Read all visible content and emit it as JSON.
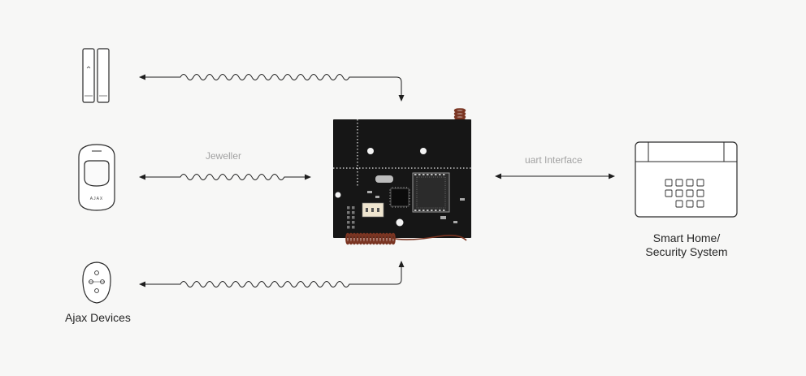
{
  "labels": {
    "jeweller": "Jeweller",
    "uart": "uart Interface",
    "ajax_devices": "Ajax Devices",
    "smart_home_line1": "Smart Home/",
    "smart_home_line2": "Security System"
  },
  "device_brand": "AJAX",
  "colors": {
    "background": "#f7f7f6",
    "line": "#1e1e1e",
    "device_stroke": "#2a2a2a",
    "pcb": "#161616",
    "antenna": "#7a3522",
    "label_gray": "#a2a2a2",
    "label_dark": "#262626"
  }
}
